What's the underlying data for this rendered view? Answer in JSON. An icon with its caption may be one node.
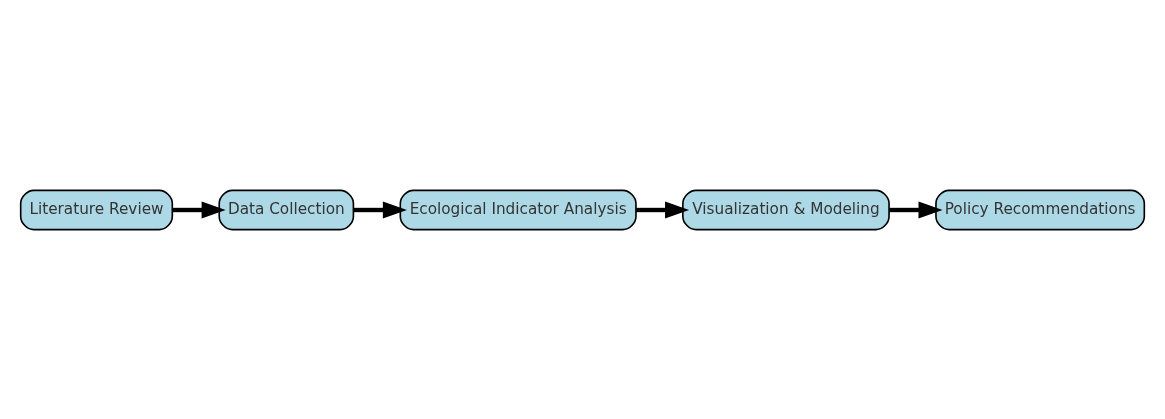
{
  "diagram": {
    "nodes": [
      {
        "text": [
          "Literature Review"
        ]
      },
      {
        "text": [
          "Data Collection"
        ]
      },
      {
        "text": [
          "Ecological Indicator Analysis"
        ]
      },
      {
        "text": [
          "Visualization & Modeling"
        ]
      },
      {
        "text": [
          "Policy Recommendations"
        ]
      }
    ],
    "edges": [
      {
        "from": 0,
        "to": 1,
        "arrow": "to"
      },
      {
        "from": 1,
        "to": 2,
        "arrow": "to"
      },
      {
        "from": 2,
        "to": 3,
        "arrow": "to"
      },
      {
        "from": 3,
        "to": 4,
        "arrow": "to"
      }
    ]
  }
}
